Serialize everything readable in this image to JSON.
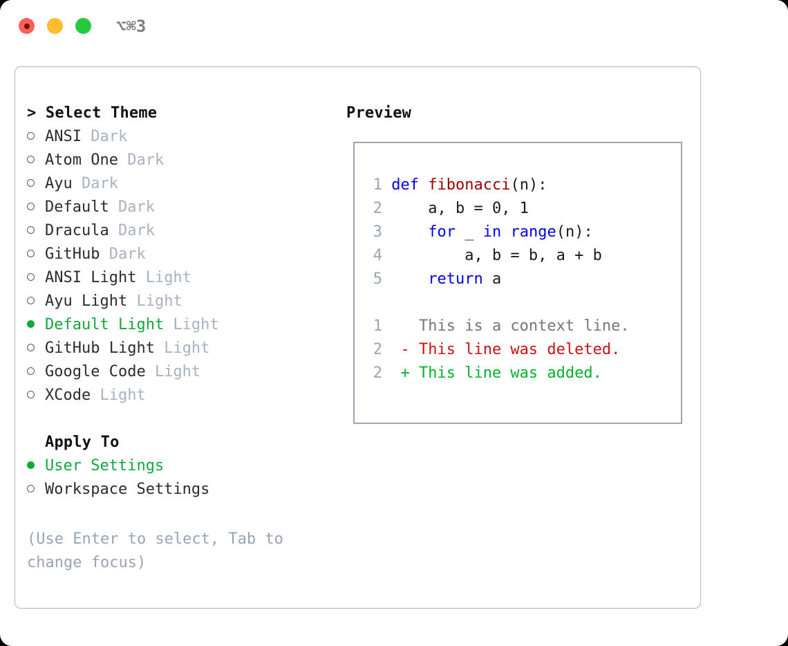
{
  "window": {
    "shortcut": "⌥⌘3",
    "traffic_lights": [
      {
        "name": "close",
        "color": "#ff5f56"
      },
      {
        "name": "minimize",
        "color": "#ffbd2e"
      },
      {
        "name": "maximize",
        "color": "#27c93f"
      }
    ]
  },
  "colors": {
    "selected_green": "#12a83c",
    "suffix_gray": "#a9b2c0",
    "hint_gray": "#9ba4b4",
    "border": "#aeb6c2",
    "keyword_blue": "#0000ee",
    "function_red": "#a00000",
    "diff_delete": "#cc1111",
    "diff_add": "#00b32c",
    "line_number": "#9aa5b5"
  },
  "theme_panel": {
    "header": "> Select Theme",
    "items": [
      {
        "marker": "empty",
        "name": "ANSI",
        "suffix": "Dark",
        "selected": false
      },
      {
        "marker": "empty",
        "name": "Atom One",
        "suffix": "Dark",
        "selected": false
      },
      {
        "marker": "empty",
        "name": "Ayu",
        "suffix": "Dark",
        "selected": false
      },
      {
        "marker": "empty",
        "name": "Default",
        "suffix": "Dark",
        "selected": false
      },
      {
        "marker": "empty",
        "name": "Dracula",
        "suffix": "Dark",
        "selected": false
      },
      {
        "marker": "empty",
        "name": "GitHub",
        "suffix": "Dark",
        "selected": false
      },
      {
        "marker": "empty",
        "name": "ANSI Light",
        "suffix": "Light",
        "selected": false
      },
      {
        "marker": "empty",
        "name": "Ayu Light",
        "suffix": "Light",
        "selected": false
      },
      {
        "marker": "filled",
        "name": "Default Light",
        "suffix": "Light",
        "selected": true
      },
      {
        "marker": "empty",
        "name": "GitHub Light",
        "suffix": "Light",
        "selected": false
      },
      {
        "marker": "empty",
        "name": "Google Code",
        "suffix": "Light",
        "selected": false
      },
      {
        "marker": "empty",
        "name": "XCode",
        "suffix": "Light",
        "selected": false
      }
    ]
  },
  "apply_to": {
    "header": "Apply To",
    "items": [
      {
        "marker": "filled",
        "name": "User Settings",
        "selected": true
      },
      {
        "marker": "empty",
        "name": "Workspace Settings",
        "selected": false
      }
    ]
  },
  "hint": "(Use Enter to select, Tab to change focus)",
  "preview": {
    "title": "Preview",
    "code_lines": [
      {
        "num": "1",
        "tokens": [
          {
            "t": "def ",
            "c": "kw"
          },
          {
            "t": "fibonacci",
            "c": "fn"
          },
          {
            "t": "(n):",
            "c": "pl"
          }
        ]
      },
      {
        "num": "2",
        "tokens": [
          {
            "t": "    a, b = 0, 1",
            "c": "pl"
          }
        ]
      },
      {
        "num": "3",
        "tokens": [
          {
            "t": "    ",
            "c": "pl"
          },
          {
            "t": "for",
            "c": "kw"
          },
          {
            "t": " _ ",
            "c": "pl"
          },
          {
            "t": "in",
            "c": "kw"
          },
          {
            "t": " ",
            "c": "pl"
          },
          {
            "t": "range",
            "c": "kw"
          },
          {
            "t": "(n):",
            "c": "pl"
          }
        ]
      },
      {
        "num": "4",
        "tokens": [
          {
            "t": "        a, b = b, a + b",
            "c": "pl"
          }
        ]
      },
      {
        "num": "5",
        "tokens": [
          {
            "t": "    ",
            "c": "pl"
          },
          {
            "t": "return",
            "c": "kw"
          },
          {
            "t": " a",
            "c": "pl"
          }
        ]
      }
    ],
    "diff_lines": [
      {
        "num": "1",
        "sign": "  ",
        "text": "This is a context line.",
        "kind": "ctx"
      },
      {
        "num": "2",
        "sign": "- ",
        "text": "This line was deleted.",
        "kind": "del"
      },
      {
        "num": "2",
        "sign": "+ ",
        "text": "This line was added.",
        "kind": "add"
      }
    ]
  }
}
